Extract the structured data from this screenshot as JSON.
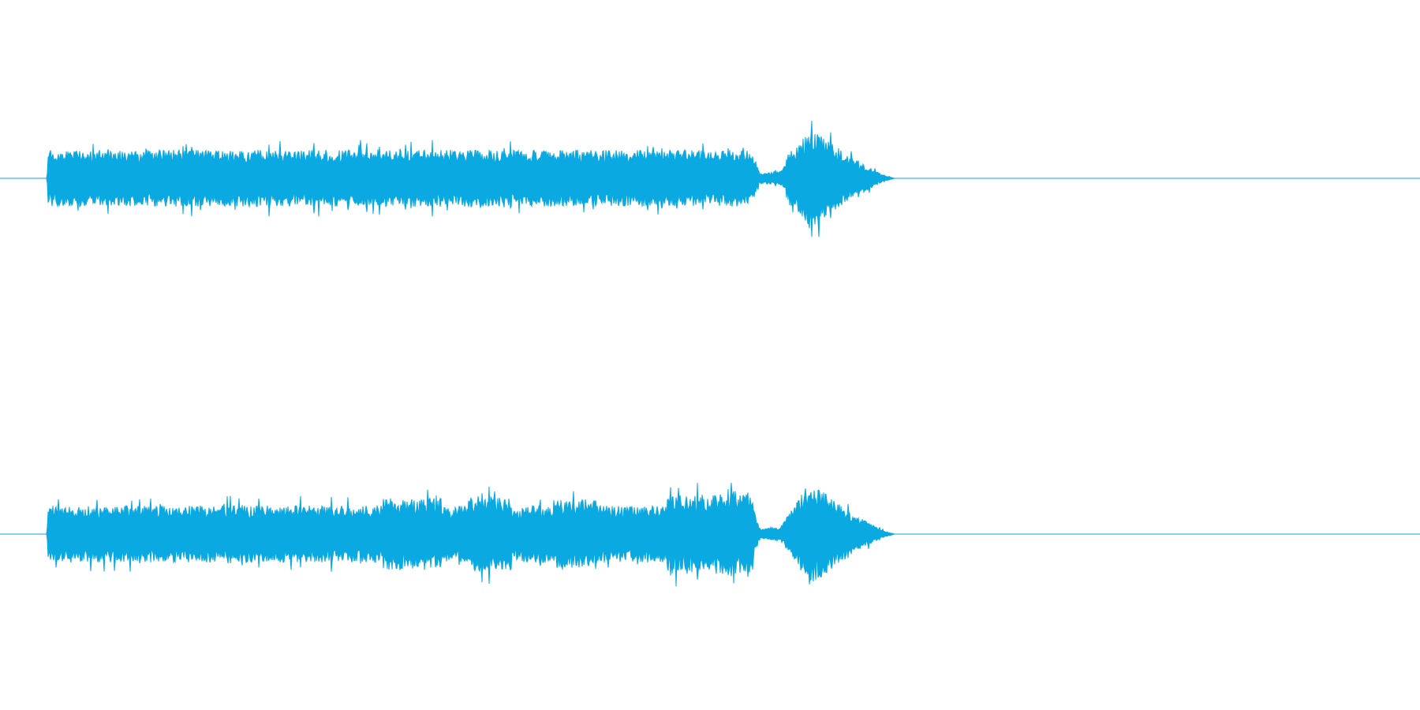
{
  "waveform": {
    "channels": 2,
    "color": "#0aa9e2",
    "background": "#ffffff",
    "envelope": [
      {
        "t": 0.0,
        "a": 0.0
      },
      {
        "t": 0.033,
        "a": 0.0
      },
      {
        "t": 0.034,
        "a": 0.3
      },
      {
        "t": 0.53,
        "a": 0.3
      },
      {
        "t": 0.535,
        "a": 0.05
      },
      {
        "t": 0.55,
        "a": 0.08
      },
      {
        "t": 0.57,
        "a": 0.55
      },
      {
        "t": 0.6,
        "a": 0.22
      },
      {
        "t": 0.62,
        "a": 0.05
      },
      {
        "t": 0.63,
        "a": 0.0
      },
      {
        "t": 1.0,
        "a": 0.0
      }
    ]
  }
}
